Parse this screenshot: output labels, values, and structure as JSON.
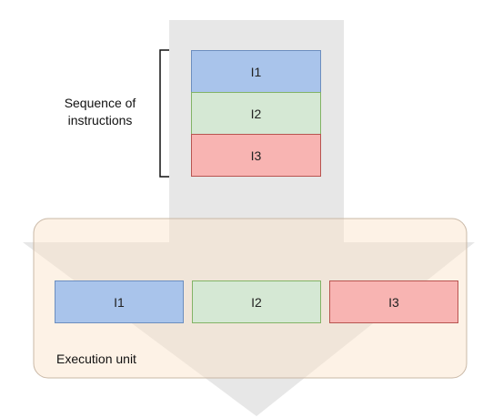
{
  "diagram": {
    "sequence_label": "Sequence of instructions",
    "execution_label": "Execution unit",
    "sequence": [
      {
        "label": "I1",
        "fill": "#a9c4eb",
        "stroke": "#6c8ebf"
      },
      {
        "label": "I2",
        "fill": "#d5e8d4",
        "stroke": "#82b366"
      },
      {
        "label": "I3",
        "fill": "#f8b4b2",
        "stroke": "#b85450"
      }
    ],
    "execution": [
      {
        "label": "I1",
        "fill": "#a9c4eb",
        "stroke": "#6c8ebf"
      },
      {
        "label": "I2",
        "fill": "#d5e8d4",
        "stroke": "#82b366"
      },
      {
        "label": "I3",
        "fill": "#f8b4b2",
        "stroke": "#b85450"
      }
    ],
    "colors": {
      "arrow": "#d9d9d9",
      "unit_fill": "#fdf1e4",
      "unit_stroke": "#c9b8a6"
    }
  }
}
